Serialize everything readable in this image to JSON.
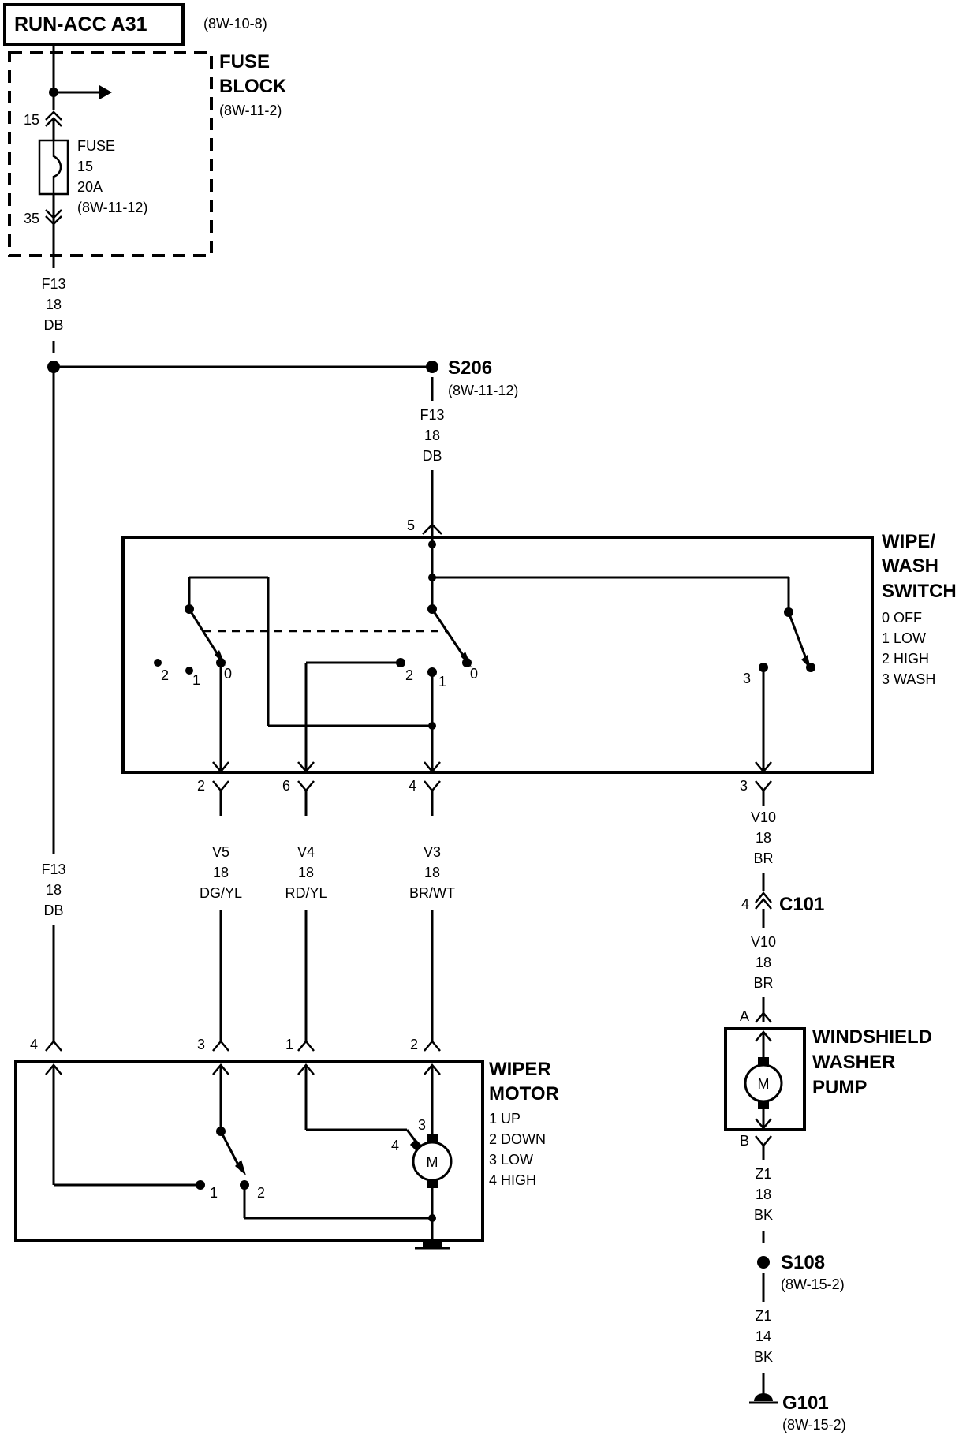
{
  "header": {
    "title": "RUN-ACC A31",
    "ref": "(8W-10-8)"
  },
  "fuse_block": {
    "title_line1": "FUSE",
    "title_line2": "BLOCK",
    "ref": "(8W-11-2)",
    "pin_in": "15",
    "pin_out": "35",
    "fuse_label1": "FUSE",
    "fuse_label2": "15",
    "fuse_label3": "20A",
    "fuse_ref": "(8W-11-12)"
  },
  "wires": {
    "f13_top": [
      "F13",
      "18",
      "DB"
    ],
    "f13_s206": [
      "F13",
      "18",
      "DB"
    ],
    "f13_left": [
      "F13",
      "18",
      "DB"
    ],
    "v5": [
      "V5",
      "18",
      "DG/YL"
    ],
    "v4": [
      "V4",
      "18",
      "RD/YL"
    ],
    "v3": [
      "V3",
      "18",
      "BR/WT"
    ],
    "v10_a": [
      "V10",
      "18",
      "BR"
    ],
    "v10_b": [
      "V10",
      "18",
      "BR"
    ],
    "z1_a": [
      "Z1",
      "18",
      "BK"
    ],
    "z1_b": [
      "Z1",
      "14",
      "BK"
    ]
  },
  "splices": {
    "s206": "S206",
    "s206_ref": "(8W-11-12)",
    "s108": "S108",
    "s108_ref": "(8W-15-2)",
    "c101": "C101",
    "c101_pin": "4",
    "g101": "G101",
    "g101_ref": "(8W-15-2)"
  },
  "switch": {
    "title_line1": "WIPE/",
    "title_line2": "WASH",
    "title_line3": "SWITCH",
    "modes": [
      "0 OFF",
      "1 LOW",
      "2 HIGH",
      "3 WASH"
    ],
    "pin_top": "5",
    "pins_bottom": [
      "2",
      "6",
      "4",
      "3"
    ],
    "contacts_left": [
      "2",
      "1",
      "0"
    ],
    "contacts_mid": [
      "2",
      "1",
      "0"
    ],
    "contact_wash": "3"
  },
  "motor": {
    "title_line1": "WIPER",
    "title_line2": "MOTOR",
    "modes": [
      "1 UP",
      "2 DOWN",
      "3 LOW",
      "4 HIGH"
    ],
    "pins_top": [
      "4",
      "3",
      "1",
      "2"
    ],
    "park_contacts": [
      "1",
      "2"
    ],
    "brush_low": "3",
    "brush_high": "4",
    "symbol": "M"
  },
  "pump": {
    "title_line1": "WINDSHIELD",
    "title_line2": "WASHER",
    "title_line3": "PUMP",
    "pin_top": "A",
    "pin_bottom": "B",
    "symbol": "M"
  }
}
